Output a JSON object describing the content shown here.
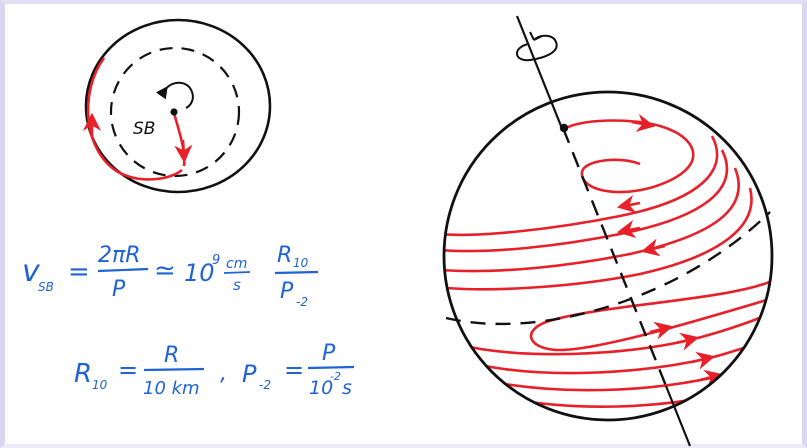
{
  "disk": {
    "label": "SB"
  },
  "formulas": {
    "eq1": {
      "lhs": "v",
      "lhs_sub": "SB",
      "eq": "=",
      "frac1_num": "2πR",
      "frac1_den": "P",
      "approx": "≃",
      "base": "10",
      "exp": "9",
      "unit_num": "cm",
      "unit_den": "s",
      "frac2_num": "R",
      "frac2_num_sub": "10",
      "frac2_den": "P",
      "frac2_den_sub": "-2"
    },
    "eq2": {
      "lhs1": "R",
      "lhs1_sub": "10",
      "eq1": "=",
      "frac1_num": "R",
      "frac1_den": "10 km",
      "comma": ",",
      "lhs2": "P",
      "lhs2_sub": "-2",
      "eq2": "=",
      "frac2_num": "P",
      "frac2_den_base": "10",
      "frac2_den_exp": "-2",
      "frac2_den_unit": "s"
    }
  },
  "colors": {
    "ink": "#111111",
    "red": "#e8202a",
    "blue": "#1f63d6",
    "frame": "#dcd7f1"
  }
}
